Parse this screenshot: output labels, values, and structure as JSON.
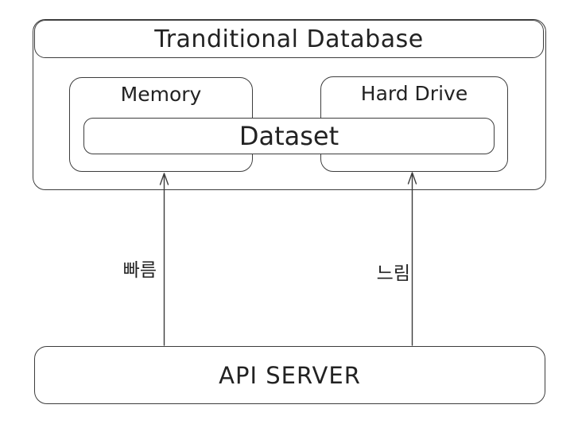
{
  "diagram": {
    "background": "#ffffff",
    "stroke_color": "#3d3d3d",
    "text_color": "#222222",
    "title": "Tranditional Database",
    "nodes": {
      "memory": "Memory",
      "hard_drive": "Hard Drive",
      "dataset": "Dataset",
      "api_server": "API SERVER"
    },
    "edges": [
      {
        "from": "API SERVER",
        "to": "Memory",
        "label": "빠름",
        "direction": "up"
      },
      {
        "from": "API SERVER",
        "to": "Hard Drive",
        "label": "느림",
        "direction": "up"
      }
    ]
  }
}
